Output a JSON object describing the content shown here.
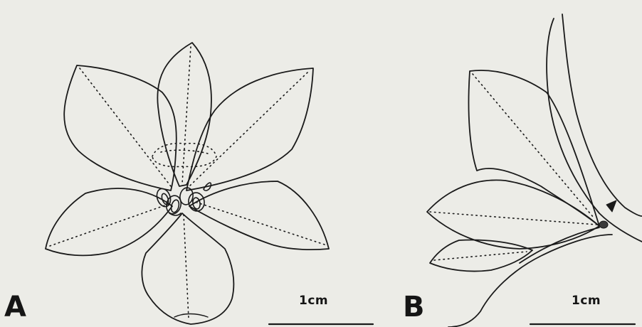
{
  "panels": [
    {
      "label": "A",
      "scale_bar_text": "1cm",
      "scale_bar_length_cm": 1
    },
    {
      "label": "B",
      "scale_bar_text": "1cm",
      "scale_bar_length_cm": 1
    }
  ],
  "colors": {
    "line": "#1a1a1a",
    "background": "#ecece7"
  }
}
